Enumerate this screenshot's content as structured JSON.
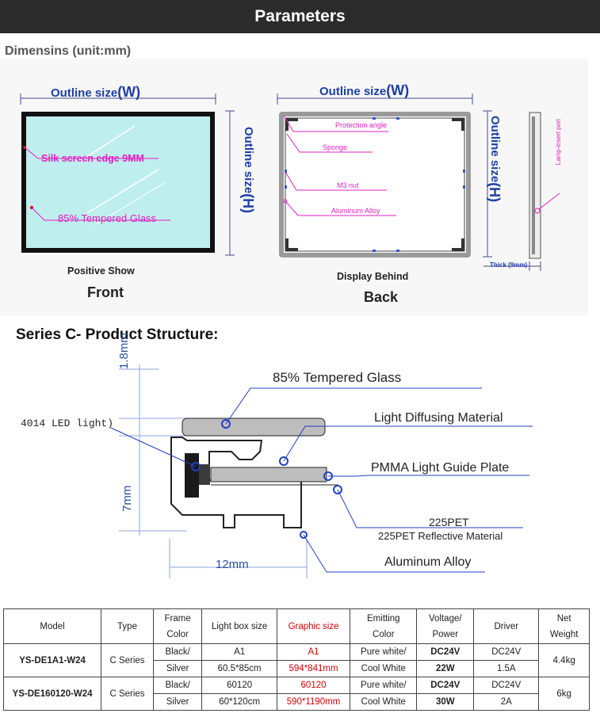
{
  "header": {
    "title": "Parameters"
  },
  "dimensions": {
    "title": "Dimensins (unit:mm)",
    "front": {
      "outline_w_label": "Outline size",
      "outline_w_letter": "(W)",
      "outline_h_label": "Outline size",
      "outline_h_letter": "(H)",
      "silk_label": "Silk screen edge 9MM",
      "glass_label": "85%  Tempered Glass",
      "caption": "Positive Show",
      "name": "Front"
    },
    "back": {
      "outline_w_label": "Outline size",
      "outline_w_letter": "(W)",
      "outline_h_label": "Outline size",
      "outline_h_letter": "(H)",
      "labels": [
        "Protection angle",
        "Sponge",
        "M3 nut",
        "Aluminum Alloy"
      ],
      "lamp_port": "Lamp-insert port",
      "thick": "Thick (9mm)",
      "caption": "Display Behind",
      "name": "Back"
    }
  },
  "structure": {
    "title": "Series C- Product Structure:",
    "dim_top": "1.8mm",
    "dim_side": "7mm",
    "dim_bottom": "12mm",
    "led": "4014 LED light)",
    "glass": "85%  Tempered Glass",
    "diffuser": "Light Diffusing Material",
    "pmma": "PMMA Light Guide Plate",
    "pet": "225PET",
    "pet_reflective": "225PET Reflective Material",
    "alloy": "Aluminum Alloy"
  },
  "table": {
    "headers": {
      "model": "Model",
      "type": "Type",
      "frame_color_1": "Frame",
      "frame_color_2": "Color",
      "light_box": "Light box size",
      "graphic": "Graphic size",
      "emitting_1": "Emitting",
      "emitting_2": "Color",
      "voltage_1": "Voltage/",
      "voltage_2": "Power",
      "driver": "Driver",
      "weight_1": "Net",
      "weight_2": "Weight"
    },
    "rows": [
      {
        "model": "YS-DE1A1-W24",
        "type": "C Series",
        "frame": [
          "Black/",
          "Silver"
        ],
        "light_box": [
          "A1",
          "60.5*85cm"
        ],
        "graphic": [
          "A1",
          "594*841mm"
        ],
        "emitting": [
          "Pure white/",
          "Cool White"
        ],
        "voltage": [
          "DC24V",
          "22W"
        ],
        "driver": [
          "DC24V",
          "1.5A"
        ],
        "weight": "4.4kg"
      },
      {
        "model": "YS-DE160120-W24",
        "type": "C Series",
        "frame": [
          "Black/",
          "Silver"
        ],
        "light_box": [
          "60120",
          "60*120cm"
        ],
        "graphic": [
          "60120",
          "590*1190mm"
        ],
        "emitting": [
          "Pure white/",
          "Cool White"
        ],
        "voltage": [
          "DC24V",
          "30W"
        ],
        "driver": [
          "DC24V",
          "2A"
        ],
        "weight": "6kg"
      }
    ]
  }
}
